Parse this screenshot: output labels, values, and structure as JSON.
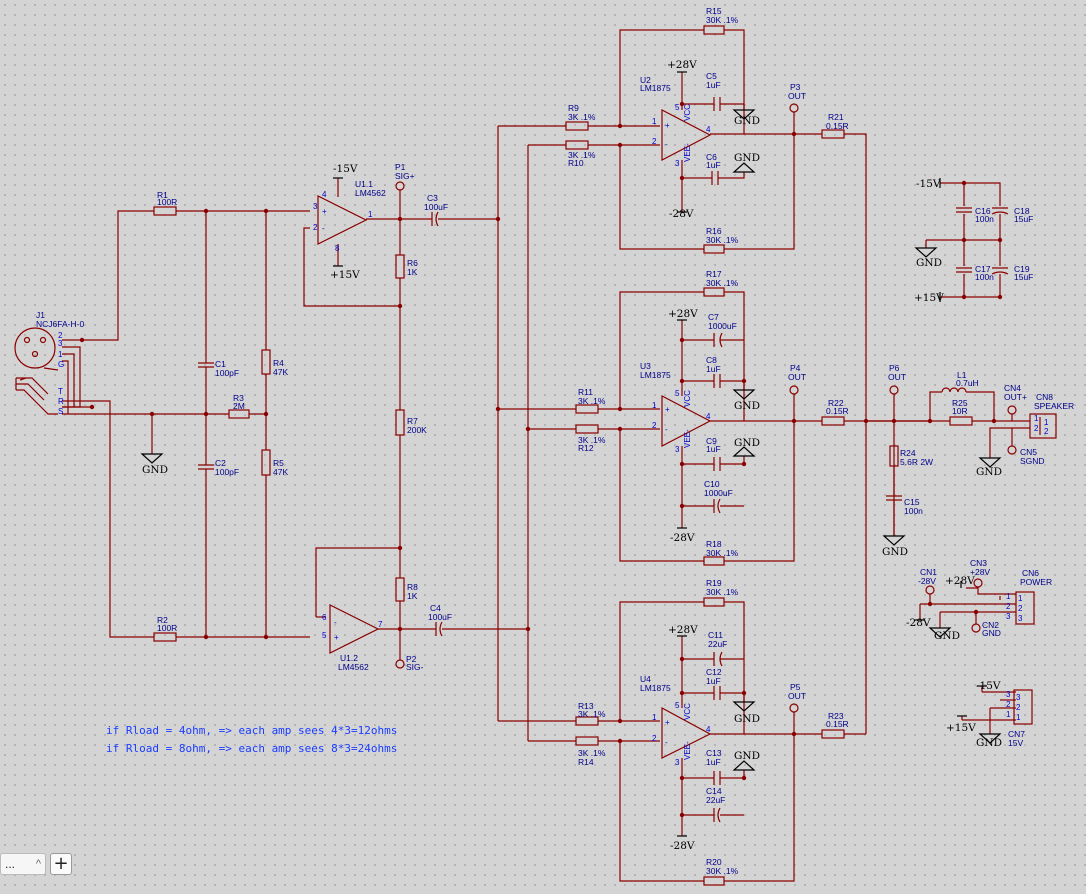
{
  "components": {
    "J1": {
      "ref": "J1",
      "value": "NCJ6FA-H-0"
    },
    "R1": {
      "ref": "R1",
      "value": "100R"
    },
    "R2": {
      "ref": "R2",
      "value": "100R"
    },
    "R3": {
      "ref": "R3",
      "value": "2M"
    },
    "R4": {
      "ref": "R4",
      "value": "47K"
    },
    "R5": {
      "ref": "R5",
      "value": "47K"
    },
    "R6": {
      "ref": "R6",
      "value": "1K"
    },
    "R7": {
      "ref": "R7",
      "value": "200K"
    },
    "R8": {
      "ref": "R8",
      "value": "1K"
    },
    "R9": {
      "ref": "R9",
      "value": "3K .1%"
    },
    "R10": {
      "ref": "R10",
      "value": "3K .1%"
    },
    "R11": {
      "ref": "R11",
      "value": "3K .1%"
    },
    "R12": {
      "ref": "R12",
      "value": "3K .1%"
    },
    "R13": {
      "ref": "R13",
      "value": "3K .1%"
    },
    "R14": {
      "ref": "R14",
      "value": "3K .1%"
    },
    "R15": {
      "ref": "R15",
      "value": "30K .1%"
    },
    "R16": {
      "ref": "R16",
      "value": "30K .1%"
    },
    "R17": {
      "ref": "R17",
      "value": "30K .1%"
    },
    "R18": {
      "ref": "R18",
      "value": "30K .1%"
    },
    "R19": {
      "ref": "R19",
      "value": "30K .1%"
    },
    "R20": {
      "ref": "R20",
      "value": "30K .1%"
    },
    "R21": {
      "ref": "R21",
      "value": "0.15R"
    },
    "R22": {
      "ref": "R22",
      "value": "0.15R"
    },
    "R23": {
      "ref": "R23",
      "value": "0.15R"
    },
    "R24": {
      "ref": "R24",
      "value": "5.6R 2W"
    },
    "R25": {
      "ref": "R25",
      "value": "10R"
    },
    "C1": {
      "ref": "C1",
      "value": "100pF"
    },
    "C2": {
      "ref": "C2",
      "value": "100pF"
    },
    "C3": {
      "ref": "C3",
      "value": "100uF"
    },
    "C4": {
      "ref": "C4",
      "value": "100uF"
    },
    "C5": {
      "ref": "C5",
      "value": "1uF"
    },
    "C6": {
      "ref": "C6",
      "value": "1uF"
    },
    "C7": {
      "ref": "C7",
      "value": "1000uF"
    },
    "C8": {
      "ref": "C8",
      "value": "1uF"
    },
    "C9": {
      "ref": "C9",
      "value": "1uF"
    },
    "C10": {
      "ref": "C10",
      "value": "1000uF"
    },
    "C11": {
      "ref": "C11",
      "value": "22uF"
    },
    "C12": {
      "ref": "C12",
      "value": "1uF"
    },
    "C13": {
      "ref": "C13",
      "value": "1uF"
    },
    "C14": {
      "ref": "C14",
      "value": "22uF"
    },
    "C15": {
      "ref": "C15",
      "value": "100n"
    },
    "C16": {
      "ref": "C16",
      "value": "100n"
    },
    "C17": {
      "ref": "C17",
      "value": "100n"
    },
    "C18": {
      "ref": "C18",
      "value": "15uF"
    },
    "C19": {
      "ref": "C19",
      "value": "15uF"
    },
    "L1": {
      "ref": "L1",
      "value": "0.7uH"
    },
    "U1_1": {
      "ref": "U1.1",
      "value": "LM4562"
    },
    "U1_2": {
      "ref": "U1.2",
      "value": "LM4562"
    },
    "U2": {
      "ref": "U2",
      "value": "LM1875"
    },
    "U3": {
      "ref": "U3",
      "value": "LM1875"
    },
    "U4": {
      "ref": "U4",
      "value": "LM1875"
    },
    "P1": {
      "ref": "P1",
      "value": "SIG+"
    },
    "P2": {
      "ref": "P2",
      "value": "SIG-"
    },
    "P3": {
      "ref": "P3",
      "value": "OUT"
    },
    "P4": {
      "ref": "P4",
      "value": "OUT"
    },
    "P5": {
      "ref": "P5",
      "value": "OUT"
    },
    "P6": {
      "ref": "P6",
      "value": "OUT"
    },
    "CN1": {
      "ref": "CN1",
      "value": "-28V"
    },
    "CN2": {
      "ref": "CN2",
      "value": "GND"
    },
    "CN3": {
      "ref": "CN3",
      "value": "+28V"
    },
    "CN4": {
      "ref": "CN4",
      "value": "OUT+"
    },
    "CN5": {
      "ref": "CN5",
      "value": "SGND"
    },
    "CN6": {
      "ref": "CN6",
      "value": "POWER"
    },
    "CN7": {
      "ref": "CN7",
      "value": "15V"
    },
    "CN8": {
      "ref": "CN8",
      "value": "SPEAKER"
    }
  },
  "nets": {
    "gnd": "GND",
    "p28": "+28V",
    "n28": "-28V",
    "p15": "+15V",
    "n15": "-15V",
    "n15_cap": "-15V",
    "n15_cn": "-15V"
  },
  "pins": {
    "jack_2": "2",
    "jack_3": "3",
    "jack_1": "1",
    "jack_G": "G",
    "jack_T": "T",
    "jack_R": "R",
    "jack_S": "S",
    "opamp_plus": "+",
    "opamp_minus": "-",
    "vcc": "VCC",
    "vee": "VEE-",
    "n1": "1",
    "n2": "2",
    "n3": "3",
    "n4": "4",
    "n5": "5",
    "n6": "6",
    "n7": "7",
    "n8": "8"
  },
  "notes": [
    "if Rload = 4ohm, => each amp sees 4*3=12ohms",
    "if Rload = 8ohm, => each amp sees 8*3=24ohms"
  ],
  "toolbar": {
    "zoom_label": "...",
    "zoom_arrow": "^",
    "add_label": "+"
  }
}
